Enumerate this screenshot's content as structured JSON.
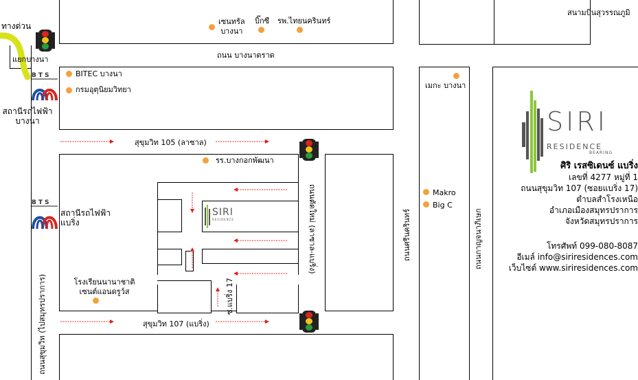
{
  "roads": {
    "bang_na_trat": "ถนน บางนาตราด",
    "sukhumvit_105": "สุขุมวิท 105 (ลาซาล)",
    "sukhumvit_107": "สุขุมวิท 107 (แบริ่ง)",
    "sukhumvit_road": "ถนนสุขุมวิท (ไปสมุทรปราการ)",
    "new_road": "ถนนตัดใหม่ (ลาซาล-แบริ่ง)",
    "soi_bearing_17": "ซ.แบริ่ง 17",
    "srinakarin": "ถนนศรีนครินทร์",
    "kanchanaphisek": "ถนนกาญจนาภิเษก"
  },
  "labels": {
    "expressway": "ทางด่วน",
    "bangna_junction": "แยกบางนา",
    "bts_bangna": "สถานีรถไฟฟ้า\nบางนา",
    "bts_bearing": "สถานีรถไฟฟ้า\nแบริ่ง",
    "bts_logo": "BTS",
    "airport": "สนามบินสุวรรณภูมิ"
  },
  "places": {
    "central": "เซนทรัล\nบางนา",
    "bigc_top": "บิ๊กซี",
    "thainakarin": "รพ.ไทยนครินทร์",
    "bitec": "BITEC บางนา",
    "met_dept": "กรมอุตุนิยมวิทยา",
    "bangkok_pattana": "รร.บางกอกพัฒนา",
    "intl_school": "โรงเรียนนานาชาติ\nเซนต์แอนดรูว์ส",
    "mega": "เมกะ บางนา",
    "makro": "Makro",
    "bigc": "Big C"
  },
  "logo": {
    "siri": "SIRI",
    "residence": "RESIDENCE",
    "bearing": "BEARING"
  },
  "info": {
    "name": "ศิริ เรสซิเดนซ์ แบริ่ง",
    "address1": "เลขที่ 4277 หมู่ที่ 1",
    "address2": "ถนนสุขุมวิท 107 (ซอยแบริ่ง 17)",
    "address3": "ตำบลสำโรงเหนือ",
    "address4": "อำเภอเมืองสมุทรปราการ",
    "address5": "จังหวัดสมุทรปราการ",
    "phone": "โทรศัพท์ 099-080-8087",
    "email": "อีเมล์ info@siriresidences.com",
    "website": "เว็บไซต์ www.siriresidences.com"
  },
  "colors": {
    "poi": "#f2a23c",
    "expressway": "#d8e21c",
    "arrow": "#e0201c",
    "logo_green": "#8cc63f",
    "logo_dark": "#555555"
  }
}
